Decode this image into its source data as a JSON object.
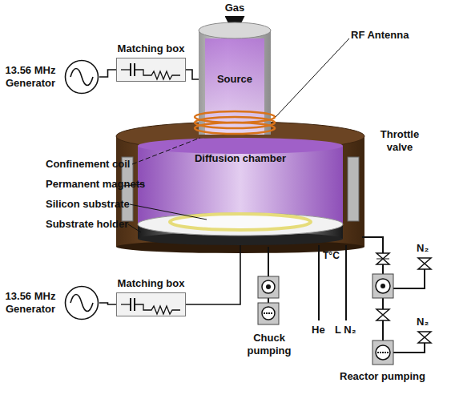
{
  "diagram": {
    "nodes": [
      {
        "text": [
          "13.56 MHz Generator"
        ]
      },
      {
        "text": [
          "Matching box"
        ]
      },
      {
        "text": [
          "Source"
        ]
      },
      {
        "text": [
          "Diffusion chamber"
        ]
      },
      {
        "text": [
          "13.56 MHz Generator"
        ]
      },
      {
        "text": [
          "Matching box"
        ]
      }
    ],
    "edges": [
      {
        "from": 0,
        "to": 1,
        "arrow": "none"
      },
      {
        "from": 1,
        "to": 2,
        "arrow": "none"
      },
      {
        "from": 4,
        "to": 5,
        "arrow": "none"
      },
      {
        "from": 5,
        "to": 3,
        "arrow": "none"
      }
    ],
    "labels": [
      "Gas",
      "RF Antenna",
      "Confinement coil",
      "Permanent magnets",
      "Silicon substrate",
      "Substrate holder",
      "Throttle valve",
      "N₂",
      "T°C",
      "He",
      "L N₂",
      "Chuck pumping",
      "N₂",
      "Reactor pumping"
    ]
  }
}
